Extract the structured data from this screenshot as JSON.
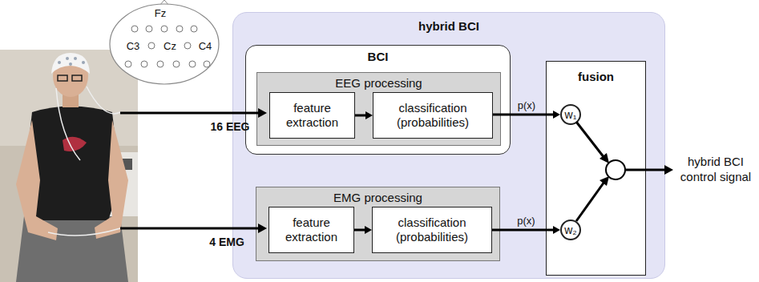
{
  "diagram": {
    "nodes": [
      {
        "text": [
          "hybrid BCI"
        ]
      },
      {
        "text": [
          "BCI"
        ],
        "in": 0
      },
      {
        "text": [
          "EEG processing"
        ],
        "in": 1
      },
      {
        "text": [
          "feature extraction"
        ],
        "in": 2
      },
      {
        "text": [
          "classification (probabilities)"
        ],
        "in": 2
      },
      {
        "text": [
          "EMG processing"
        ],
        "in": 0
      },
      {
        "text": [
          "feature extraction"
        ],
        "in": 5
      },
      {
        "text": [
          "classification (probabilities)"
        ],
        "in": 5
      },
      {
        "text": [
          "fusion"
        ],
        "in": 0
      },
      {
        "text": [
          "w₁"
        ],
        "in": 8
      },
      {
        "text": [
          "w₂"
        ],
        "in": 8
      }
    ],
    "edges": [
      {
        "from": 3,
        "to": 4,
        "arrow": "to"
      },
      {
        "from": 6,
        "to": 7,
        "arrow": "to"
      },
      {
        "from": 4,
        "to": 9,
        "label": "p(x)",
        "arrow": "to"
      },
      {
        "from": 7,
        "to": 10,
        "label": "p(x)",
        "arrow": "to"
      }
    ],
    "labels": [
      "Fz",
      "C3",
      "Cz",
      "C4",
      "16 EEG",
      "4 EMG",
      "hybrid BCI control signal"
    ]
  }
}
